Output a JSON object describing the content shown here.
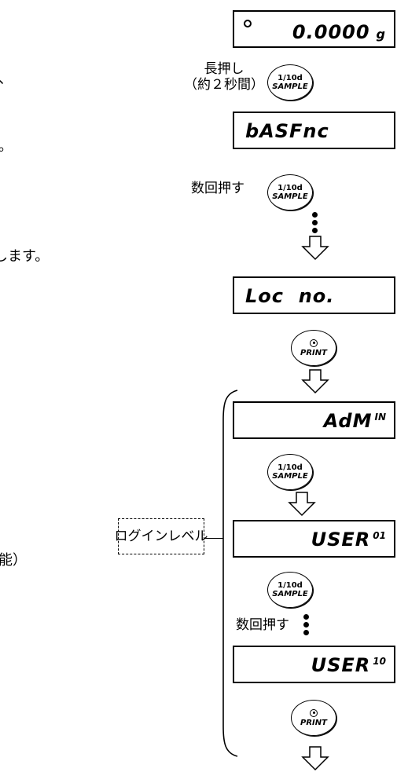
{
  "page_edge": {
    "line1": "、",
    "line2": "。",
    "line3": "します。",
    "line4": "能）"
  },
  "flow": {
    "display_initial": {
      "value": "0.0000",
      "unit": "g"
    },
    "hold_label": {
      "line1": "長押し",
      "line2": "（約２秒間）"
    },
    "key_sample": {
      "top": "1/10d",
      "bottom": "SAMPLE"
    },
    "key_print": {
      "label": "PRINT"
    },
    "display_basfnc": "bASFnc",
    "press_several": "数回押す",
    "display_loc": "Loc  no.",
    "display_admin": {
      "main": "AdM",
      "sup": "IN"
    },
    "display_user01": {
      "main": "USER",
      "sup": "01"
    },
    "display_user10": {
      "main": "USER",
      "sup": "10"
    },
    "login_level_label": "ログインレベル"
  }
}
